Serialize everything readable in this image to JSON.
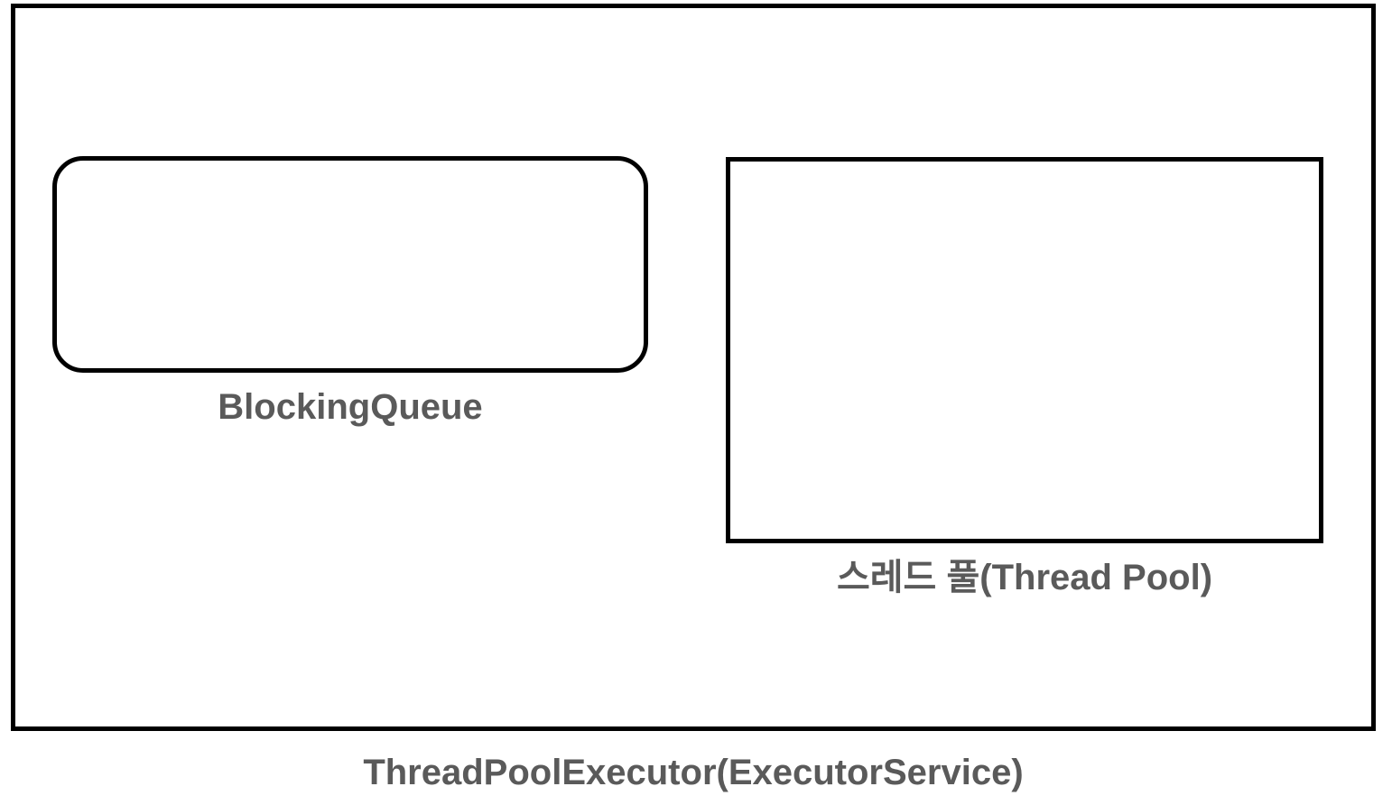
{
  "diagram": {
    "container": {
      "label": "ThreadPoolExecutor(ExecutorService)"
    },
    "queue": {
      "label": "BlockingQueue"
    },
    "pool": {
      "label": "스레드 풀(Thread Pool)"
    }
  },
  "colors": {
    "stroke": "#000000",
    "label": "#5a5a5a",
    "background": "#ffffff"
  }
}
